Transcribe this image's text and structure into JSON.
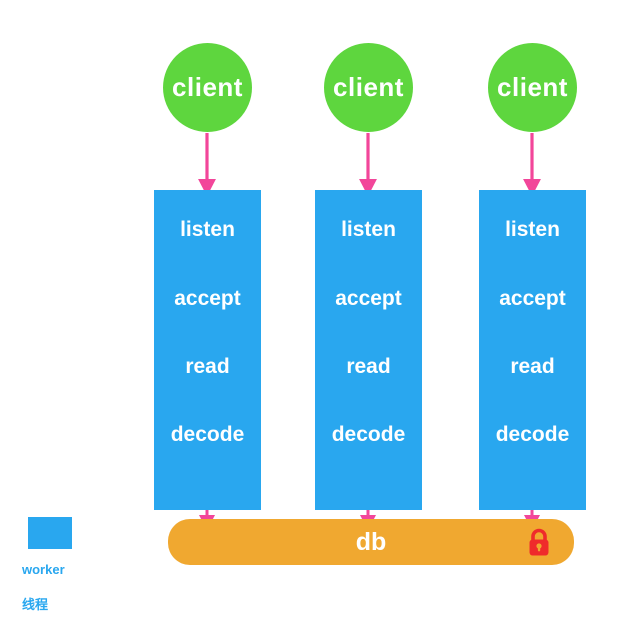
{
  "diagram": {
    "title": "worker thread per connection with shared db",
    "colors": {
      "client_fill": "#5ed63e",
      "worker_fill": "#29a7ef",
      "db_fill": "#f0a830",
      "arrow_client": "#f2469a",
      "arrow_step": "#f2469a",
      "lock": "#ef2b2b",
      "legend_text": "#29a7ef",
      "background": "#ffffff"
    },
    "clients": [
      {
        "label": "client"
      },
      {
        "label": "client"
      },
      {
        "label": "client"
      }
    ],
    "workers": [
      {
        "steps": [
          "listen",
          "accept",
          "read",
          "decode"
        ]
      },
      {
        "steps": [
          "listen",
          "accept",
          "read",
          "decode"
        ]
      },
      {
        "steps": [
          "listen",
          "accept",
          "read",
          "decode"
        ]
      }
    ],
    "db": {
      "label": "db",
      "lock_icon": "padlock-icon"
    },
    "legend": {
      "swatch_icon": "worker-color-swatch",
      "label_line1": "worker",
      "label_line2": "线程"
    }
  }
}
